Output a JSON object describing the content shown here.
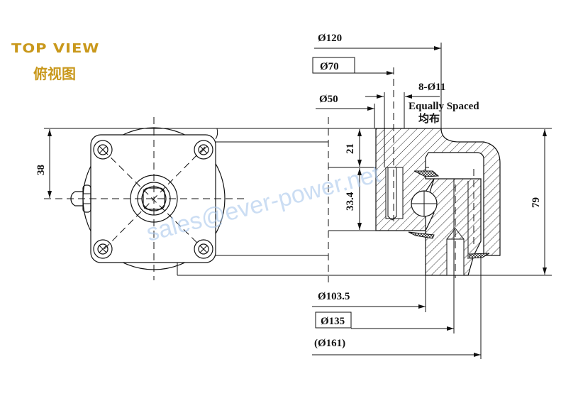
{
  "title": {
    "en": "TOP VIEW",
    "zh": "俯视图"
  },
  "dimensions": {
    "d120": "Ø120",
    "d70": "Ø70",
    "holes": "8-Ø11",
    "equally_spaced": "Equally Spaced",
    "equally_spaced_zh": "均布",
    "d50": "Ø50",
    "h38": "38",
    "h21": "21",
    "h33_4": "33.4",
    "h79": "79",
    "d103_5": "Ø103.5",
    "d135": "Ø135",
    "d161": "(Ø161)"
  },
  "watermark": "sales@ever-power.net",
  "colors": {
    "title": "#c9981b",
    "watermark": "#a9c8ec",
    "line": "#111111"
  }
}
